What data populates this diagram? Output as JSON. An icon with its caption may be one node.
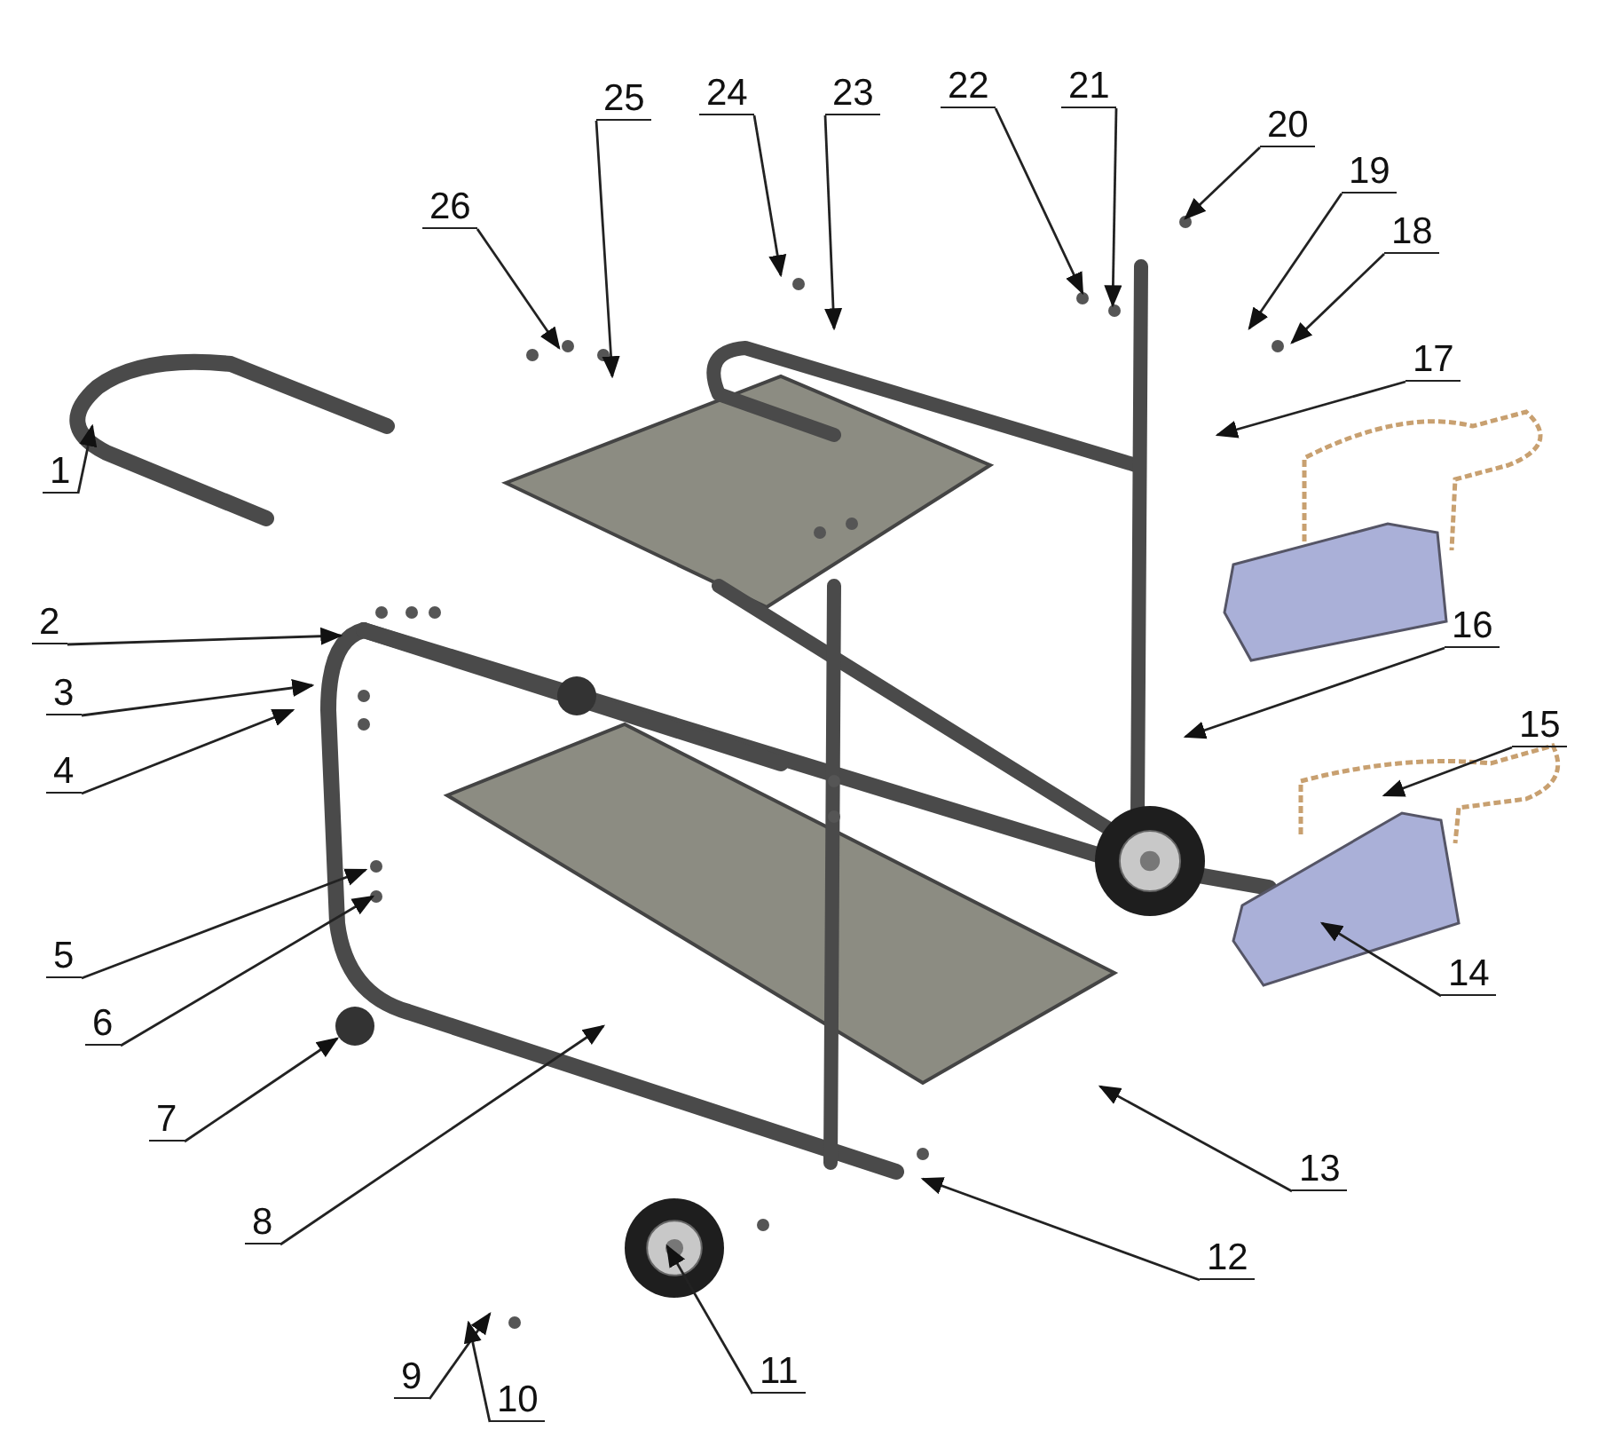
{
  "diagram": {
    "nodes": [
      {
        "text": [
          "1"
        ]
      },
      {
        "text": [
          "2"
        ]
      },
      {
        "text": [
          "3"
        ]
      },
      {
        "text": [
          "4"
        ]
      },
      {
        "text": [
          "5"
        ]
      },
      {
        "text": [
          "6"
        ]
      },
      {
        "text": [
          "7"
        ]
      },
      {
        "text": [
          "8"
        ]
      },
      {
        "text": [
          "9"
        ]
      },
      {
        "text": [
          "10"
        ]
      },
      {
        "text": [
          "11"
        ]
      },
      {
        "text": [
          "12"
        ]
      },
      {
        "text": [
          "13"
        ]
      },
      {
        "text": [
          "14"
        ]
      },
      {
        "text": [
          "15"
        ]
      },
      {
        "text": [
          "16"
        ]
      },
      {
        "text": [
          "17"
        ]
      },
      {
        "text": [
          "18"
        ]
      },
      {
        "text": [
          "19"
        ]
      },
      {
        "text": [
          "20"
        ]
      },
      {
        "text": [
          "21"
        ]
      },
      {
        "text": [
          "22"
        ]
      },
      {
        "text": [
          "23"
        ]
      },
      {
        "text": [
          "24"
        ]
      },
      {
        "text": [
          "25"
        ]
      },
      {
        "text": [
          "26"
        ]
      }
    ],
    "edges": [
      {
        "from": 0,
        "to": null,
        "arrow": "to"
      },
      {
        "from": 1,
        "to": null,
        "arrow": "to"
      },
      {
        "from": 2,
        "to": null,
        "arrow": "to"
      },
      {
        "from": 3,
        "to": null,
        "arrow": "to"
      },
      {
        "from": 4,
        "to": null,
        "arrow": "to"
      },
      {
        "from": 5,
        "to": null,
        "arrow": "to"
      },
      {
        "from": 6,
        "to": null,
        "arrow": "to"
      },
      {
        "from": 7,
        "to": null,
        "arrow": "to"
      },
      {
        "from": 8,
        "to": null,
        "arrow": "to"
      },
      {
        "from": 9,
        "to": null,
        "arrow": "to"
      },
      {
        "from": 10,
        "to": null,
        "arrow": "to"
      },
      {
        "from": 11,
        "to": null,
        "arrow": "to"
      },
      {
        "from": 12,
        "to": null,
        "arrow": "to"
      },
      {
        "from": 13,
        "to": null,
        "arrow": "to"
      },
      {
        "from": 14,
        "to": null,
        "arrow": "to"
      },
      {
        "from": 15,
        "to": null,
        "arrow": "to"
      },
      {
        "from": 16,
        "to": null,
        "arrow": "to"
      },
      {
        "from": 17,
        "to": null,
        "arrow": "to"
      },
      {
        "from": 18,
        "to": null,
        "arrow": "to"
      },
      {
        "from": 19,
        "to": null,
        "arrow": "to"
      },
      {
        "from": 20,
        "to": null,
        "arrow": "to"
      },
      {
        "from": 21,
        "to": null,
        "arrow": "to"
      },
      {
        "from": 22,
        "to": null,
        "arrow": "to"
      },
      {
        "from": 23,
        "to": null,
        "arrow": "to"
      },
      {
        "from": 24,
        "to": null,
        "arrow": "to"
      },
      {
        "from": 25,
        "to": null,
        "arrow": "to"
      }
    ]
  }
}
